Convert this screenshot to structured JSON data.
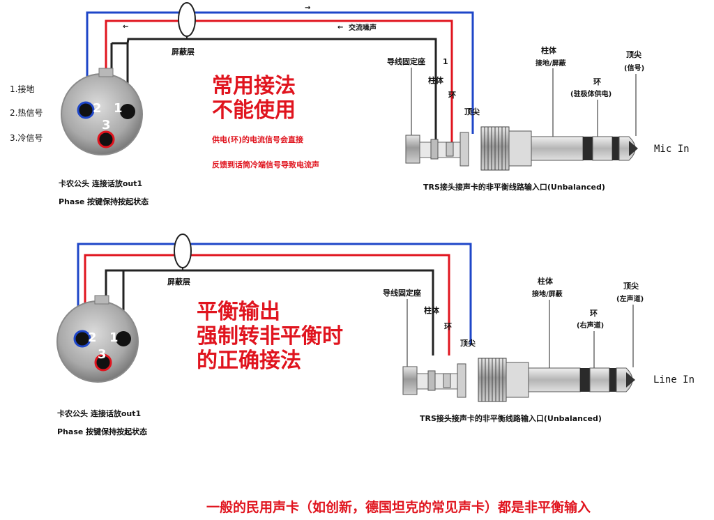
{
  "colors": {
    "hot": "#e0141e",
    "cold": "#1e46c8",
    "shield": "#222222",
    "title_red": "#e0141e"
  },
  "top": {
    "shield_label": "屏蔽层",
    "ac_noise_label": "交流噪声",
    "arrow_right": "→",
    "arrow_left_1": "←",
    "arrow_left_2": "←",
    "pin_labels": [
      "1.接地",
      "2.热信号",
      "3.冷信号"
    ],
    "pins": [
      "2",
      "1",
      "3"
    ],
    "title_lines": [
      "常用接法",
      "不能使用"
    ],
    "notes": [
      "供电(环)的电流信号会直接",
      "反馈到话筒冷端信号导致电流声"
    ],
    "xlr_caption": [
      "卡农公头 连接话放out1",
      "Phase 按键保持按起状态"
    ],
    "trs_labels": {
      "fixing_seat": "导线固定座",
      "sleeve": "柱体",
      "ring": "环",
      "tip": "顶尖",
      "sleeve_desc_title": "柱体",
      "sleeve_desc": "接地/屏蔽",
      "ring_desc_title": "环",
      "ring_desc": "(驻极体供电)",
      "tip_desc_title": "顶尖",
      "tip_desc": "(信号)",
      "marker": "1"
    },
    "jack_label": "Mic In",
    "trs_caption": "TRS接头接声卡的非平衡线路输入口(Unbalanced)"
  },
  "bottom": {
    "shield_label": "屏蔽层",
    "pins": [
      "2",
      "1",
      "3"
    ],
    "title_lines": [
      "平衡输出",
      "强制转非平衡时",
      "的正确接法"
    ],
    "xlr_caption": [
      "卡农公头 连接话放out1",
      "Phase 按键保持按起状态"
    ],
    "trs_labels": {
      "fixing_seat": "导线固定座",
      "sleeve": "柱体",
      "ring": "环",
      "tip": "顶尖",
      "sleeve_desc_title": "柱体",
      "sleeve_desc": "接地/屏蔽",
      "ring_desc_title": "环",
      "ring_desc": "(右声道)",
      "tip_desc_title": "顶尖",
      "tip_desc": "(左声道)"
    },
    "jack_label": "Line In",
    "trs_caption": "TRS接头接声卡的非平衡线路输入口(Unbalanced)"
  },
  "footer_note": "一般的民用声卡（如创新，德国坦克的常见声卡）都是非平衡输入"
}
